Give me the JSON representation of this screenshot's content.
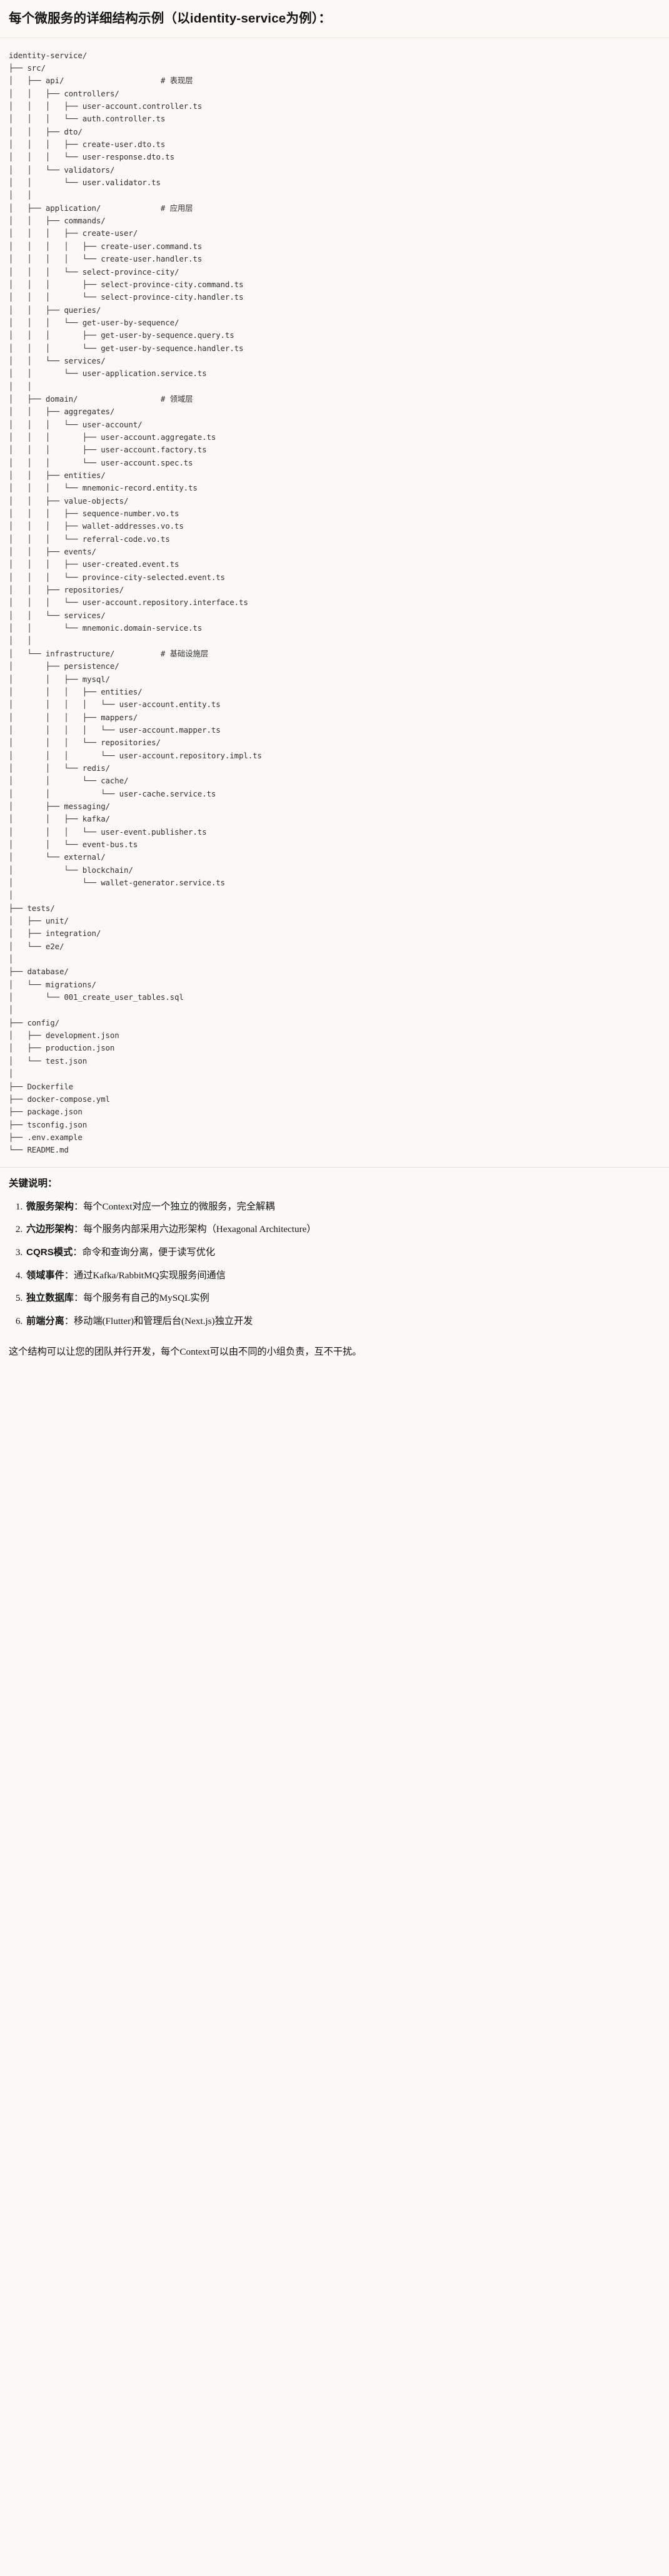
{
  "document": {
    "title": "每个微服务的详细结构示例（以identity-service为例）：",
    "tree": [
      {
        "prefix": "",
        "name": "identity-service/",
        "comment": ""
      },
      {
        "prefix": "├── ",
        "name": "src/",
        "comment": ""
      },
      {
        "prefix": "│   ├── ",
        "name": "api/",
        "comment": "# 表现层"
      },
      {
        "prefix": "│   │   ├── ",
        "name": "controllers/",
        "comment": ""
      },
      {
        "prefix": "│   │   │   ├── ",
        "name": "user-account.controller.ts",
        "comment": ""
      },
      {
        "prefix": "│   │   │   └── ",
        "name": "auth.controller.ts",
        "comment": ""
      },
      {
        "prefix": "│   │   ├── ",
        "name": "dto/",
        "comment": ""
      },
      {
        "prefix": "│   │   │   ├── ",
        "name": "create-user.dto.ts",
        "comment": ""
      },
      {
        "prefix": "│   │   │   └── ",
        "name": "user-response.dto.ts",
        "comment": ""
      },
      {
        "prefix": "│   │   └── ",
        "name": "validators/",
        "comment": ""
      },
      {
        "prefix": "│   │       └── ",
        "name": "user.validator.ts",
        "comment": ""
      },
      {
        "prefix": "│   │",
        "name": "",
        "comment": ""
      },
      {
        "prefix": "│   ├── ",
        "name": "application/",
        "comment": "# 应用层"
      },
      {
        "prefix": "│   │   ├── ",
        "name": "commands/",
        "comment": ""
      },
      {
        "prefix": "│   │   │   ├── ",
        "name": "create-user/",
        "comment": ""
      },
      {
        "prefix": "│   │   │   │   ├── ",
        "name": "create-user.command.ts",
        "comment": ""
      },
      {
        "prefix": "│   │   │   │   └── ",
        "name": "create-user.handler.ts",
        "comment": ""
      },
      {
        "prefix": "│   │   │   └── ",
        "name": "select-province-city/",
        "comment": ""
      },
      {
        "prefix": "│   │   │       ├── ",
        "name": "select-province-city.command.ts",
        "comment": ""
      },
      {
        "prefix": "│   │   │       └── ",
        "name": "select-province-city.handler.ts",
        "comment": ""
      },
      {
        "prefix": "│   │   ├── ",
        "name": "queries/",
        "comment": ""
      },
      {
        "prefix": "│   │   │   └── ",
        "name": "get-user-by-sequence/",
        "comment": ""
      },
      {
        "prefix": "│   │   │       ├── ",
        "name": "get-user-by-sequence.query.ts",
        "comment": ""
      },
      {
        "prefix": "│   │   │       └── ",
        "name": "get-user-by-sequence.handler.ts",
        "comment": ""
      },
      {
        "prefix": "│   │   └── ",
        "name": "services/",
        "comment": ""
      },
      {
        "prefix": "│   │       └── ",
        "name": "user-application.service.ts",
        "comment": ""
      },
      {
        "prefix": "│   │",
        "name": "",
        "comment": ""
      },
      {
        "prefix": "│   ├── ",
        "name": "domain/",
        "comment": "# 领域层"
      },
      {
        "prefix": "│   │   ├── ",
        "name": "aggregates/",
        "comment": ""
      },
      {
        "prefix": "│   │   │   └── ",
        "name": "user-account/",
        "comment": ""
      },
      {
        "prefix": "│   │   │       ├── ",
        "name": "user-account.aggregate.ts",
        "comment": ""
      },
      {
        "prefix": "│   │   │       ├── ",
        "name": "user-account.factory.ts",
        "comment": ""
      },
      {
        "prefix": "│   │   │       └── ",
        "name": "user-account.spec.ts",
        "comment": ""
      },
      {
        "prefix": "│   │   ├── ",
        "name": "entities/",
        "comment": ""
      },
      {
        "prefix": "│   │   │   └── ",
        "name": "mnemonic-record.entity.ts",
        "comment": ""
      },
      {
        "prefix": "│   │   ├── ",
        "name": "value-objects/",
        "comment": ""
      },
      {
        "prefix": "│   │   │   ├── ",
        "name": "sequence-number.vo.ts",
        "comment": ""
      },
      {
        "prefix": "│   │   │   ├── ",
        "name": "wallet-addresses.vo.ts",
        "comment": ""
      },
      {
        "prefix": "│   │   │   └── ",
        "name": "referral-code.vo.ts",
        "comment": ""
      },
      {
        "prefix": "│   │   ├── ",
        "name": "events/",
        "comment": ""
      },
      {
        "prefix": "│   │   │   ├── ",
        "name": "user-created.event.ts",
        "comment": ""
      },
      {
        "prefix": "│   │   │   └── ",
        "name": "province-city-selected.event.ts",
        "comment": ""
      },
      {
        "prefix": "│   │   ├── ",
        "name": "repositories/",
        "comment": ""
      },
      {
        "prefix": "│   │   │   └── ",
        "name": "user-account.repository.interface.ts",
        "comment": ""
      },
      {
        "prefix": "│   │   └── ",
        "name": "services/",
        "comment": ""
      },
      {
        "prefix": "│   │       └── ",
        "name": "mnemonic.domain-service.ts",
        "comment": ""
      },
      {
        "prefix": "│   │",
        "name": "",
        "comment": ""
      },
      {
        "prefix": "│   └── ",
        "name": "infrastructure/",
        "comment": "# 基础设施层"
      },
      {
        "prefix": "│       ├── ",
        "name": "persistence/",
        "comment": ""
      },
      {
        "prefix": "│       │   ├── ",
        "name": "mysql/",
        "comment": ""
      },
      {
        "prefix": "│       │   │   ├── ",
        "name": "entities/",
        "comment": ""
      },
      {
        "prefix": "│       │   │   │   └── ",
        "name": "user-account.entity.ts",
        "comment": ""
      },
      {
        "prefix": "│       │   │   ├── ",
        "name": "mappers/",
        "comment": ""
      },
      {
        "prefix": "│       │   │   │   └── ",
        "name": "user-account.mapper.ts",
        "comment": ""
      },
      {
        "prefix": "│       │   │   └── ",
        "name": "repositories/",
        "comment": ""
      },
      {
        "prefix": "│       │   │       └── ",
        "name": "user-account.repository.impl.ts",
        "comment": ""
      },
      {
        "prefix": "│       │   └── ",
        "name": "redis/",
        "comment": ""
      },
      {
        "prefix": "│       │       └── ",
        "name": "cache/",
        "comment": ""
      },
      {
        "prefix": "│       │           └── ",
        "name": "user-cache.service.ts",
        "comment": ""
      },
      {
        "prefix": "│       ├── ",
        "name": "messaging/",
        "comment": ""
      },
      {
        "prefix": "│       │   ├── ",
        "name": "kafka/",
        "comment": ""
      },
      {
        "prefix": "│       │   │   └── ",
        "name": "user-event.publisher.ts",
        "comment": ""
      },
      {
        "prefix": "│       │   └── ",
        "name": "event-bus.ts",
        "comment": ""
      },
      {
        "prefix": "│       └── ",
        "name": "external/",
        "comment": ""
      },
      {
        "prefix": "│           └── ",
        "name": "blockchain/",
        "comment": ""
      },
      {
        "prefix": "│               └── ",
        "name": "wallet-generator.service.ts",
        "comment": ""
      },
      {
        "prefix": "│",
        "name": "",
        "comment": ""
      },
      {
        "prefix": "├── ",
        "name": "tests/",
        "comment": ""
      },
      {
        "prefix": "│   ├── ",
        "name": "unit/",
        "comment": ""
      },
      {
        "prefix": "│   ├── ",
        "name": "integration/",
        "comment": ""
      },
      {
        "prefix": "│   └── ",
        "name": "e2e/",
        "comment": ""
      },
      {
        "prefix": "│",
        "name": "",
        "comment": ""
      },
      {
        "prefix": "├── ",
        "name": "database/",
        "comment": ""
      },
      {
        "prefix": "│   └── ",
        "name": "migrations/",
        "comment": ""
      },
      {
        "prefix": "│       └── ",
        "name": "001_create_user_tables.sql",
        "comment": ""
      },
      {
        "prefix": "│",
        "name": "",
        "comment": ""
      },
      {
        "prefix": "├── ",
        "name": "config/",
        "comment": ""
      },
      {
        "prefix": "│   ├── ",
        "name": "development.json",
        "comment": ""
      },
      {
        "prefix": "│   ├── ",
        "name": "production.json",
        "comment": ""
      },
      {
        "prefix": "│   └── ",
        "name": "test.json",
        "comment": ""
      },
      {
        "prefix": "│",
        "name": "",
        "comment": ""
      },
      {
        "prefix": "├── ",
        "name": "Dockerfile",
        "comment": ""
      },
      {
        "prefix": "├── ",
        "name": "docker-compose.yml",
        "comment": ""
      },
      {
        "prefix": "├── ",
        "name": "package.json",
        "comment": ""
      },
      {
        "prefix": "├── ",
        "name": "tsconfig.json",
        "comment": ""
      },
      {
        "prefix": "├── ",
        "name": ".env.example",
        "comment": ""
      },
      {
        "prefix": "└── ",
        "name": "README.md",
        "comment": ""
      }
    ],
    "notes": {
      "heading": "关键说明：",
      "items": [
        {
          "term": "微服务架构",
          "sep": "：",
          "desc": "每个Context对应一个独立的微服务，完全解耦"
        },
        {
          "term": "六边形架构",
          "sep": "：",
          "desc": "每个服务内部采用六边形架构（Hexagonal Architecture）"
        },
        {
          "term": "CQRS模式",
          "sep": "：",
          "desc": "命令和查询分离，便于读写优化"
        },
        {
          "term": "领域事件",
          "sep": "：",
          "desc": "通过Kafka/RabbitMQ实现服务间通信"
        },
        {
          "term": "独立数据库",
          "sep": "：",
          "desc": "每个服务有自己的MySQL实例"
        },
        {
          "term": "前端分离",
          "sep": "：",
          "desc": "移动端(Flutter)和管理后台(Next.js)独立开发"
        }
      ]
    },
    "footer": "这个结构可以让您的团队并行开发，每个Context可以由不同的小组负责，互不干扰。"
  },
  "colors": {
    "background": "#faf9f5",
    "text": "#141413",
    "code_text": "#30302e",
    "rule": "#e8e6dd"
  }
}
